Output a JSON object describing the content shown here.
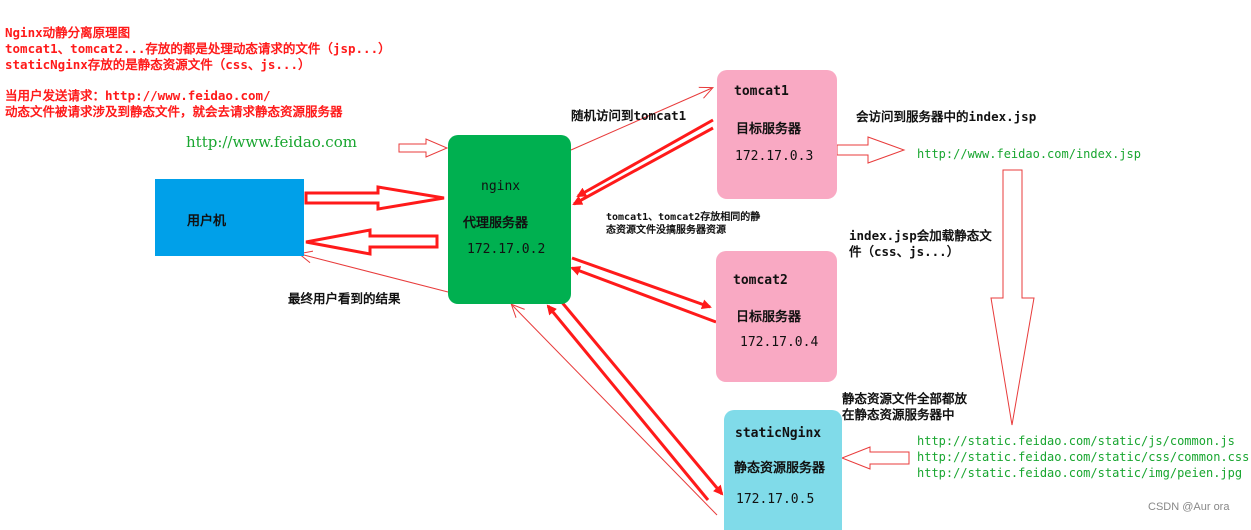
{
  "intro": {
    "line1": "Nginx动静分离原理图",
    "line2": "tomcat1、tomcat2...存放的都是处理动态请求的文件（jsp...）",
    "line3": "staticNginx存放的是静态资源文件（css、js...）",
    "line4": "当用户发送请求：http://www.feidao.com/",
    "line5": "动态文件被请求涉及到静态文件，就会去请求静态资源服务器"
  },
  "user_url": "http://www.feidao.com",
  "user": {
    "label": "用户机"
  },
  "nginx": {
    "name": "nginx",
    "role": "代理服务器",
    "ip": "172.17.0.2"
  },
  "tomcat1": {
    "name": "tomcat1",
    "role": "目标服务器",
    "ip": "172.17.0.3"
  },
  "tomcat2": {
    "name": "tomcat2",
    "role": "日标服务器",
    "ip": "172.17.0.4"
  },
  "static_nginx": {
    "name": "staticNginx",
    "role": "静态资源服务器",
    "ip": "172.17.0.5"
  },
  "labels": {
    "random_access": "随机访问到tomcat1",
    "access_index": "会访问到服务器中的index.jsp",
    "index_url": "http://www.feidao.com/index.jsp",
    "same_files_1": "tomcat1、tomcat2存放相同的静",
    "same_files_2": "态资源文件没搞服务器资源",
    "index_loads_1": "index.jsp会加载静态文",
    "index_loads_2": "件（css、js...）",
    "static_all_1": "静态资源文件全部都放",
    "static_all_2": "在静态资源服务器中",
    "final_result": "最终用户看到的结果"
  },
  "static_urls": [
    "http://static.feidao.com/static/js/common.js",
    "http://static.feidao.com/static/css/common.css",
    "http://static.feidao.com/static/img/peien.jpg"
  ],
  "watermark": "CSDN @Aur ora",
  "colors": {
    "red": "#ff1a1a",
    "green_text": "#19a630",
    "nginx_box": "#00b050",
    "user_box": "#00a0e9",
    "tomcat_box": "#f9a9c3",
    "static_box": "#80dbe9"
  }
}
